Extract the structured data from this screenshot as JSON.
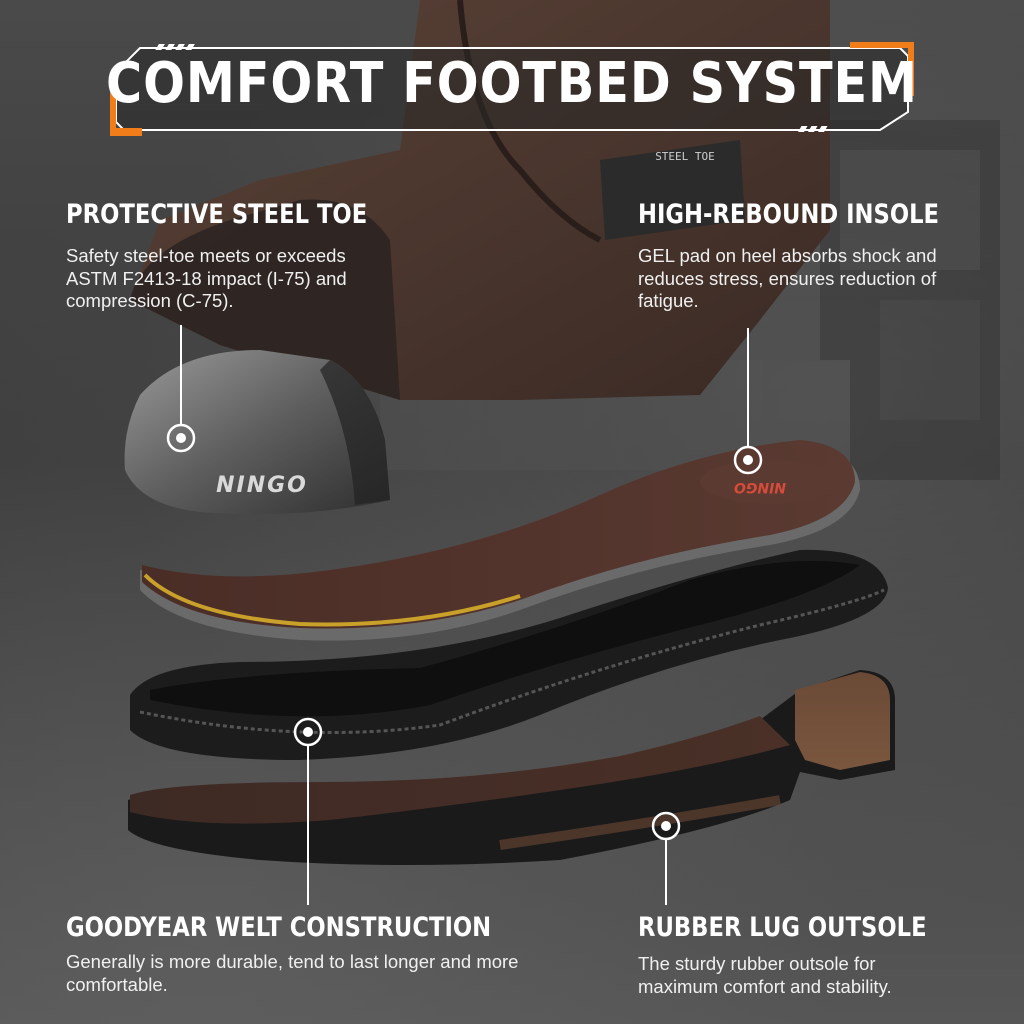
{
  "title": "COMFORT FOOTBED SYSTEM",
  "accent_color": "#f07d1a",
  "features": {
    "steel_toe": {
      "heading": "PROTECTIVE STEEL TOE",
      "description": "Safety steel-toe meets or exceeds ASTM F2413-18 impact (I-75) and compression (C-75)."
    },
    "insole": {
      "heading": "HIGH-REBOUND INSOLE",
      "description": "GEL pad on heel absorbs shock and reduces stress, ensures reduction of fatigue."
    },
    "welt": {
      "heading": "GOODYEAR  WELT CONSTRUCTION",
      "description": "Generally is more durable, tend to last longer and more comfortable."
    },
    "outsole": {
      "heading": "RUBBER LUG OUTSOLE",
      "description": "The sturdy rubber outsole for maximum comfort and stability."
    }
  },
  "boot_tag": "STEEL TOE",
  "brand_mark": "NINGO",
  "insole_brand": "NINGO"
}
